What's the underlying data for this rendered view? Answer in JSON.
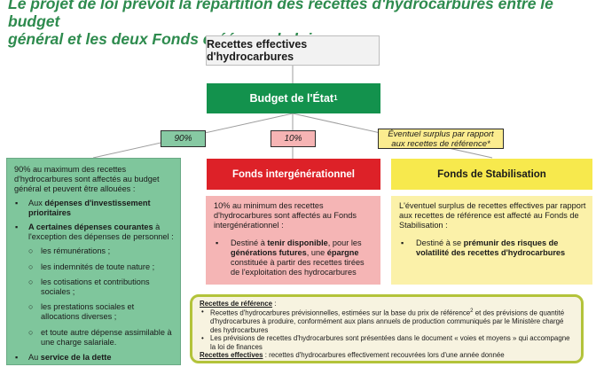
{
  "title": {
    "line1": "Le projet de loi prévoit la répartition des recettes d'hydrocarbures entre le budget",
    "line2": "général et les deux Fonds créés par la loi"
  },
  "top_box": "Recettes effectives d'hydrocarbures",
  "budget_box": {
    "label": "Budget de l'État",
    "sup": "1"
  },
  "shares": {
    "green": "90%",
    "red": "10%",
    "yellow_line1": "Éventuel surplus par rapport",
    "yellow_line2": "aux recettes de référence*"
  },
  "budget_panel": {
    "intro": "90% au maximum des recettes d'hydrocarbures sont affectés au budget général et peuvent être allouées :",
    "item1_prefix": "Aux ",
    "item1_bold": "dépenses d'investissement prioritaires",
    "item2_bold": "A certaines dépenses courantes",
    "item2_rest": " à l'exception des dépenses de personnel :",
    "subitems": [
      "les rémunérations ;",
      "les indemnités de toute nature ;",
      "les cotisations et contributions sociales ;",
      "les prestations sociales et allocations diverses ;",
      "et toute autre dépense assimilable à une charge salariale."
    ],
    "item3_prefix": "Au ",
    "item3_bold": "service de la dette"
  },
  "fonds_intergenerationnel": {
    "header": "Fonds intergénérationnel",
    "intro": "10% au minimum des recettes d'hydrocarbures sont affectés au Fonds intergénérationnel :",
    "item_prefix": "Destiné à ",
    "item_bold1": "tenir disponible",
    "item_mid": ", pour les ",
    "item_bold2": "générations futures",
    "item_mid2": ", une ",
    "item_bold3": "épargne",
    "item_rest": " constituée à partir des recettes tirées de l'exploitation des hydrocarbures"
  },
  "fonds_stabilisation": {
    "header": "Fonds de Stabilisation",
    "intro": "L'éventuel surplus de recettes effectives par rapport aux recettes de référence est affecté au Fonds de Stabilisation :",
    "item_prefix": "Destiné à se ",
    "item_bold": "prémunir des risques de volatilité des recettes d'hydrocarbures"
  },
  "reference_box": {
    "label1": "Recettes de référence",
    "colon1": " :",
    "bullet1_part1": "Recettes d'hydrocarbures prévisionnelles, estimées sur la base du prix de référence",
    "bullet1_sup": "2",
    "bullet1_part2": " et des prévisions de quantité d'hydrocarbures à produire, conformément aux plans annuels de production communiqués par le Ministère chargé des hydrocarbures",
    "bullet2": "Les prévisions de recettes d'hydrocarbures sont présentées dans le document « voies et moyens » qui accompagne la loi de finances",
    "label2": "Recettes effectives",
    "def2": " : recettes d'hydrocarbures effectivement recouvrées lors d'une année donnée"
  },
  "colors": {
    "title": "#2e8b4e",
    "budget": "#13924d",
    "green_panel": "#7fc69c",
    "red": "#dd2128",
    "pink_panel": "#f5b5b5",
    "yellow": "#f7e94d",
    "yellow_panel": "#fbf1a9",
    "reference_border": "#b3c33a"
  }
}
